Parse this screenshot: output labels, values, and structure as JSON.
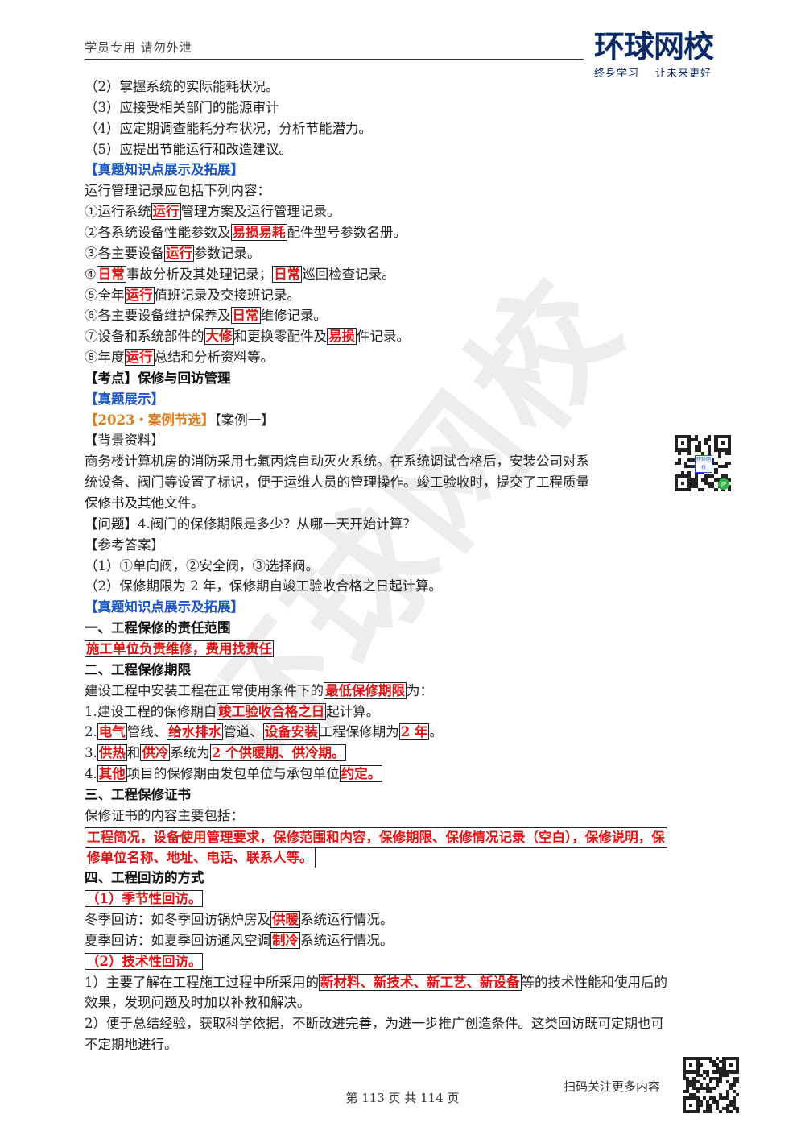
{
  "header": {
    "left_text": "学员专用 请勿外泄",
    "logo_name": "环球网校",
    "logo_slogan_1": "终身学习",
    "logo_slogan_2": "让未来更好"
  },
  "watermark": "环球网校",
  "lines": [
    [
      {
        "t": "（2）掌握系统的实际能耗状况。"
      }
    ],
    [
      {
        "t": "（3）应接受相关部门的能源审计"
      }
    ],
    [
      {
        "t": "（4）应定期调查能耗分布状况，分析节能潜力。"
      }
    ],
    [
      {
        "t": "（5）应提出节能运行和改造建议。"
      }
    ],
    [
      {
        "t": "【真题知识点展示及拓展】",
        "s": "bl"
      }
    ],
    [
      {
        "t": "运行管理记录应包括下列内容："
      }
    ],
    [
      {
        "t": "①运行系统"
      },
      {
        "t": "运行",
        "s": "hl"
      },
      {
        "t": "管理方案及运行管理记录。"
      }
    ],
    [
      {
        "t": "②各系统设备性能参数及"
      },
      {
        "t": "易损易耗",
        "s": "hl"
      },
      {
        "t": "配件型号参数名册。"
      }
    ],
    [
      {
        "t": "③各主要设备"
      },
      {
        "t": "运行",
        "s": "hl"
      },
      {
        "t": "参数记录。"
      }
    ],
    [
      {
        "t": "④"
      },
      {
        "t": "日常",
        "s": "hl"
      },
      {
        "t": "事故分析及其处理记录；"
      },
      {
        "t": "日常",
        "s": "hl"
      },
      {
        "t": "巡回检查记录。"
      }
    ],
    [
      {
        "t": "⑤全年"
      },
      {
        "t": "运行",
        "s": "hl"
      },
      {
        "t": "值班记录及交接班记录。"
      }
    ],
    [
      {
        "t": "⑥各主要设备维护保养及"
      },
      {
        "t": "日常",
        "s": "hl"
      },
      {
        "t": "维修记录。"
      }
    ],
    [
      {
        "t": "⑦设备和系统部件的"
      },
      {
        "t": "大修",
        "s": "hl"
      },
      {
        "t": "和更换零配件及"
      },
      {
        "t": "易损",
        "s": "hl"
      },
      {
        "t": "件记录。"
      }
    ],
    [
      {
        "t": "⑧年度"
      },
      {
        "t": "运行",
        "s": "hl"
      },
      {
        "t": "总结和分析资料等。"
      }
    ],
    [
      {
        "t": "【考点】保修与回访管理",
        "s": "bk"
      }
    ],
    [
      {
        "t": "【真题展示】",
        "s": "bl"
      }
    ],
    [
      {
        "t": "【2023・案例节选】",
        "s": "or"
      },
      {
        "t": "【案例一】"
      }
    ],
    [
      {
        "t": "【背景资料】"
      }
    ],
    [
      {
        "t": "商务楼计算机房的消防采用七氟丙烷自动灭火系统。在系统调试合格后，安装公司对系"
      }
    ],
    [
      {
        "t": "统设备、阀门等设置了标识，便于运维人员的管理操作。竣工验收时，提交了工程质量"
      }
    ],
    [
      {
        "t": "保修书及其他文件。"
      }
    ],
    [
      {
        "t": "【问题】4.阀门的保修期限是多少？从哪一天开始计算？"
      }
    ],
    [
      {
        "t": "【参考答案】"
      }
    ],
    [
      {
        "t": "（1）①单向阀，②安全阀，③选择阀。"
      }
    ],
    [
      {
        "t": "（2）保修期限为 2 年，保修期自竣工验收合格之日起计算。"
      }
    ],
    [
      {
        "t": "【真题知识点展示及拓展】",
        "s": "bl"
      }
    ],
    [
      {
        "t": "一、工程保修的责任范围",
        "s": "bk"
      }
    ],
    [
      {
        "t": "施工单位负责维修，费用找责任",
        "s": "hl"
      }
    ],
    [
      {
        "t": "二、工程保修期限",
        "s": "bk"
      }
    ],
    [
      {
        "t": "建设工程中安装工程在正常使用条件下的"
      },
      {
        "t": "最低保修期限",
        "s": "hl"
      },
      {
        "t": "为："
      }
    ],
    [
      {
        "t": "1.建设工程的保修期自"
      },
      {
        "t": "竣工验收合格之日",
        "s": "hl"
      },
      {
        "t": "起计算。"
      }
    ],
    [
      {
        "t": "2."
      },
      {
        "t": "电气",
        "s": "hl"
      },
      {
        "t": "管线、"
      },
      {
        "t": "给水排水",
        "s": "hl"
      },
      {
        "t": "管道、"
      },
      {
        "t": "设备安装",
        "s": "hl"
      },
      {
        "t": "工程保修期为"
      },
      {
        "t": "2 年",
        "s": "hl"
      },
      {
        "t": "。"
      }
    ],
    [
      {
        "t": "3."
      },
      {
        "t": "供热",
        "s": "hl"
      },
      {
        "t": "和"
      },
      {
        "t": "供冷",
        "s": "hl"
      },
      {
        "t": "系统为"
      },
      {
        "t": "2 个供暖期、供冷期。",
        "s": "hl"
      }
    ],
    [
      {
        "t": "4."
      },
      {
        "t": "其他",
        "s": "hl"
      },
      {
        "t": "项目的保修期由发包单位与承包单位"
      },
      {
        "t": "约定。",
        "s": "hl"
      }
    ],
    [
      {
        "t": "三、工程保修证书",
        "s": "bk"
      }
    ],
    [
      {
        "t": "保修证书的内容主要包括："
      }
    ],
    [
      {
        "t": "工程简况，设备使用管理要求，保修范围和内容，保修期限、保修情况记录（空白），保修说明，保",
        "s": "hlr"
      }
    ],
    [
      {
        "t": "修单位名称、地址、电话、联系人等。",
        "s": "hlr"
      }
    ],
    [
      {
        "t": "四、工程回访的方式",
        "s": "bk"
      }
    ],
    [
      {
        "t": "（1）季节性回访。",
        "s": "hl"
      }
    ],
    [
      {
        "t": "冬季回访：如冬季回访锅炉房及"
      },
      {
        "t": "供暖",
        "s": "hl"
      },
      {
        "t": "系统运行情况。"
      }
    ],
    [
      {
        "t": "夏季回访：如夏季回访通风空调"
      },
      {
        "t": "制冷",
        "s": "hl"
      },
      {
        "t": "系统运行情况。"
      }
    ],
    [
      {
        "t": "（2）技术性回访。",
        "s": "hl"
      }
    ],
    [
      {
        "t": "1）主要了解在工程施工过程中所采用的"
      },
      {
        "t": "新材料、新技术、新工艺、新设备",
        "s": "hl"
      },
      {
        "t": "等的技术性能和使用后的"
      }
    ],
    [
      {
        "t": "效果，发现问题及时加以补救和解决。"
      }
    ],
    [
      {
        "t": "2）便于总结经验，获取科学依据，不断改进完善，为进一步推广创造条件。这类回访既可定期也可"
      }
    ],
    [
      {
        "t": "不定期地进行。"
      }
    ]
  ],
  "qr_side": {
    "badge": "环球网校",
    "corner": "JP"
  },
  "footer": {
    "qr_label": "扫码关注更多内容",
    "page_number": "第 113 页 共 114 页"
  }
}
